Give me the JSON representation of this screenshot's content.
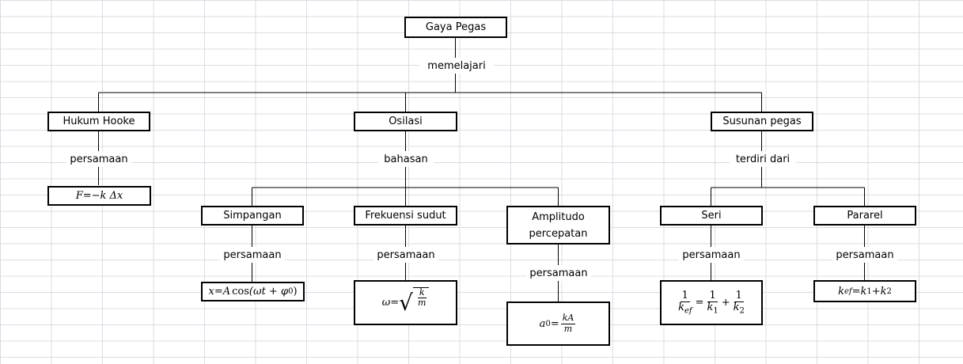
{
  "root": {
    "label": "Gaya Pegas"
  },
  "connector_root": "memelajari",
  "branches": {
    "hooke": {
      "label": "Hukum Hooke",
      "connector": "persamaan"
    },
    "osilasi": {
      "label": "Osilasi",
      "connector": "bahasan"
    },
    "susunan": {
      "label": "Susunan pegas",
      "connector": "terdiri dari"
    }
  },
  "sub": {
    "simpangan": {
      "label": "Simpangan",
      "connector": "persamaan"
    },
    "frekuensi": {
      "label": "Frekuensi sudut",
      "connector": "persamaan"
    },
    "amplitudo": {
      "line1": "Amplitudo",
      "line2": "percepatan",
      "connector": "persamaan"
    },
    "seri": {
      "label": "Seri",
      "connector": "persamaan"
    },
    "pararel": {
      "label": "Pararel",
      "connector": "persamaan"
    }
  },
  "formulas": {
    "hooke": {
      "lhs": "F",
      "eq": " = ",
      "rhs": "−k Δx"
    },
    "simpangan": {
      "lhs": "x",
      "eq": " = ",
      "A": "A",
      "cos": "cos",
      "arg": "(ωt + φ",
      "sub0": "0",
      "close": ")"
    },
    "frekuensi": {
      "lhs": "ω",
      "eq": " = ",
      "num": "k",
      "den": "m"
    },
    "amplitudo": {
      "lhs": "a",
      "sub0": "0",
      "eq": " = ",
      "num": "kA",
      "den": "m"
    },
    "seri": {
      "one": "1",
      "k": "k",
      "ef": "ef",
      "eq": " = ",
      "k1": "k",
      "s1": "1",
      "plus": " + ",
      "k2": "k",
      "s2": "2"
    },
    "pararel": {
      "k": "k",
      "ef": "ef",
      "eq": " = ",
      "k1": "k",
      "s1": "1",
      "plus": " + ",
      "k2": "k",
      "s2": "2"
    }
  }
}
